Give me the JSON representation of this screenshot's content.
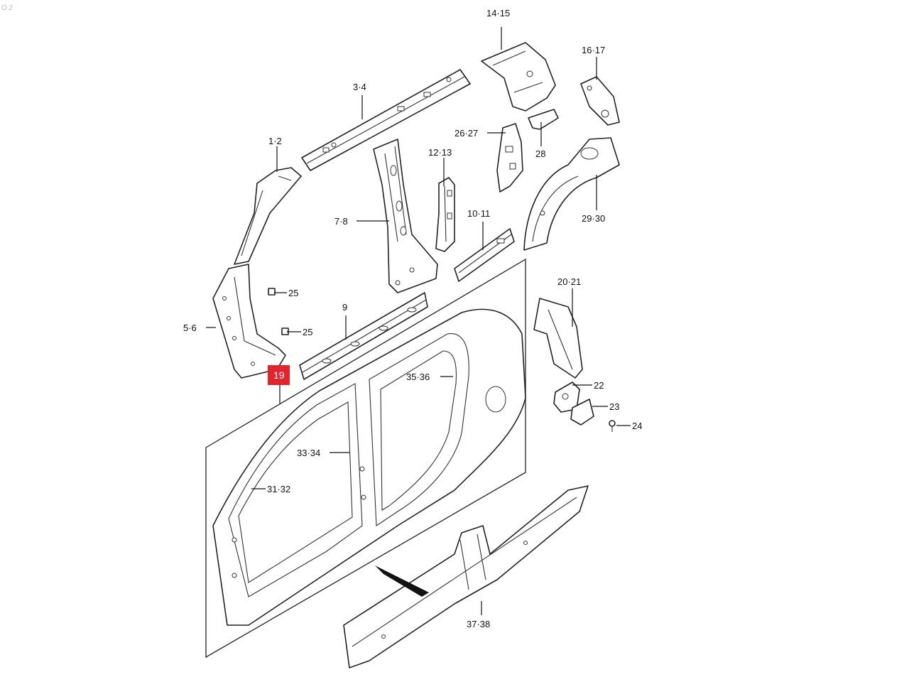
{
  "corner_mark": "O.2",
  "highlight": {
    "label": "19",
    "color": "#e2242f"
  },
  "callouts": {
    "c14_15": "14·15",
    "c16_17": "16·17",
    "c3_4": "3·4",
    "c1_2": "1·2",
    "c26_27": "26·27",
    "c12_13": "12·13",
    "c28": "28",
    "c29_30": "29·30",
    "c7_8": "7·8",
    "c10_11": "10·11",
    "c25a": "25",
    "c25b": "25",
    "c5_6": "5·6",
    "c9": "9",
    "c20_21": "20·21",
    "c35_36": "35·36",
    "c22": "22",
    "c23": "23",
    "c24": "24",
    "c33_34": "33·34",
    "c31_32": "31·32",
    "c37_38": "37·38"
  }
}
